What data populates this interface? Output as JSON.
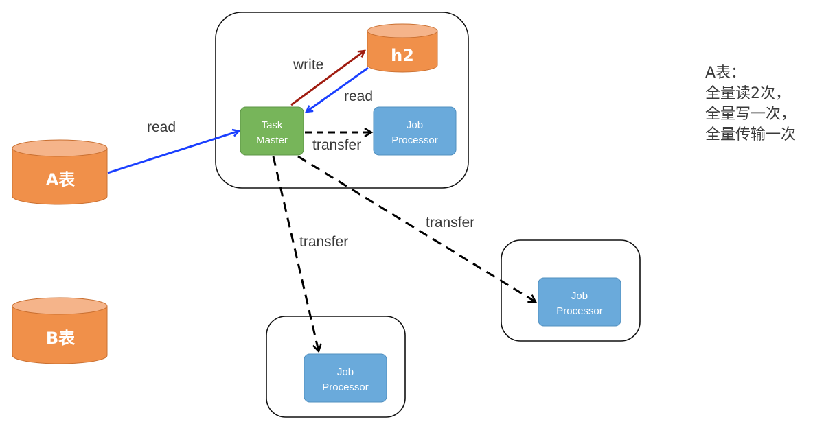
{
  "containers": {
    "master": "master-container",
    "worker1": "worker-container-1",
    "worker2": "worker-container-2"
  },
  "databases": {
    "a_table": {
      "label": "A表"
    },
    "b_table": {
      "label": "B表"
    },
    "h2": {
      "label": "h2"
    }
  },
  "nodes": {
    "task_master": {
      "line1": "Task",
      "line2": "Master"
    },
    "job_processor_local": {
      "line1": "Job",
      "line2": "Processor"
    },
    "job_processor_1": {
      "line1": "Job",
      "line2": "Processor"
    },
    "job_processor_2": {
      "line1": "Job",
      "line2": "Processor"
    }
  },
  "edges": {
    "a_to_master": {
      "label": "read"
    },
    "master_to_h2": {
      "label": "write"
    },
    "h2_to_master": {
      "label": "read"
    },
    "master_to_local": {
      "label": "transfer"
    },
    "master_to_bottom": {
      "label": "transfer"
    },
    "master_to_right": {
      "label": "transfer"
    }
  },
  "note": {
    "lines": [
      "A表：",
      "全量读2次，",
      "全量写一次，",
      "全量传输一次"
    ]
  },
  "colors": {
    "db_orange": "#f0904a",
    "db_top": "#f5b48a",
    "master_green": "#77b55a",
    "processor_blue": "#6aaadb",
    "read_arrow": "#1a3fff",
    "write_arrow": "#a01c10",
    "transfer_arrow": "#000000"
  }
}
